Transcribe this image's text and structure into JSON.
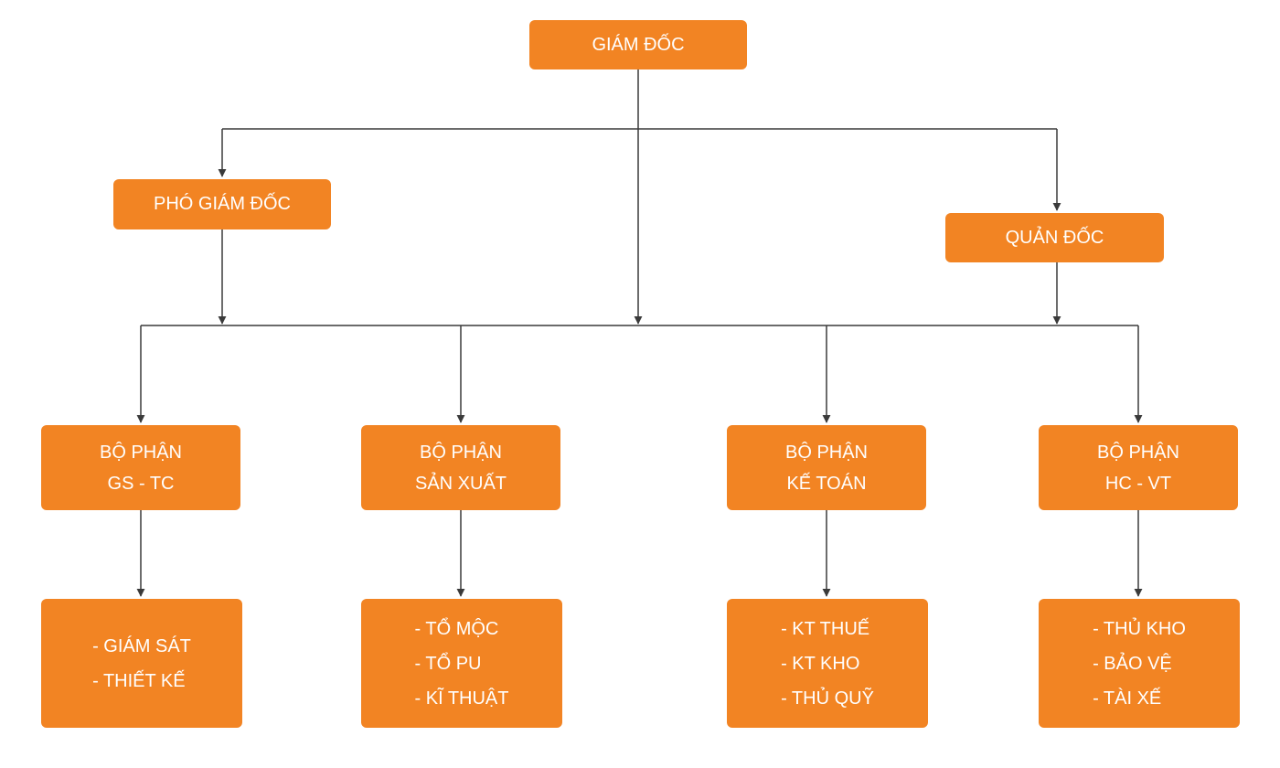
{
  "colors": {
    "box_fill": "#f28423",
    "box_text": "#ffffff",
    "connector": "#3a3a3a"
  },
  "nodes": {
    "director": {
      "label": "GIÁM ĐỐC"
    },
    "deputy_director": {
      "label": "PHÓ GIÁM ĐỐC"
    },
    "foreman": {
      "label": "QUẢN ĐỐC"
    },
    "dept_gs_tc": {
      "lines": [
        "BỘ PHẬN",
        "GS - TC"
      ]
    },
    "dept_production": {
      "lines": [
        "BỘ PHẬN",
        "SẢN XUẤT"
      ]
    },
    "dept_accounting": {
      "lines": [
        "BỘ PHẬN",
        "KẾ TOÁN"
      ]
    },
    "dept_hc_vt": {
      "lines": [
        "BỘ PHẬN",
        "HC - VT"
      ]
    },
    "duties_gs_tc": {
      "items": [
        "- GIÁM SÁT",
        "- THIẾT KẾ"
      ]
    },
    "duties_production": {
      "items": [
        "- TỔ MỘC",
        "- TỔ PU",
        "- KĨ THUẬT"
      ]
    },
    "duties_accounting": {
      "items": [
        "- KT THUẾ",
        "- KT KHO",
        "- THỦ QUỸ"
      ]
    },
    "duties_hc_vt": {
      "items": [
        "- THỦ KHO",
        "- BẢO VỆ",
        "- TÀI XẾ"
      ]
    }
  }
}
